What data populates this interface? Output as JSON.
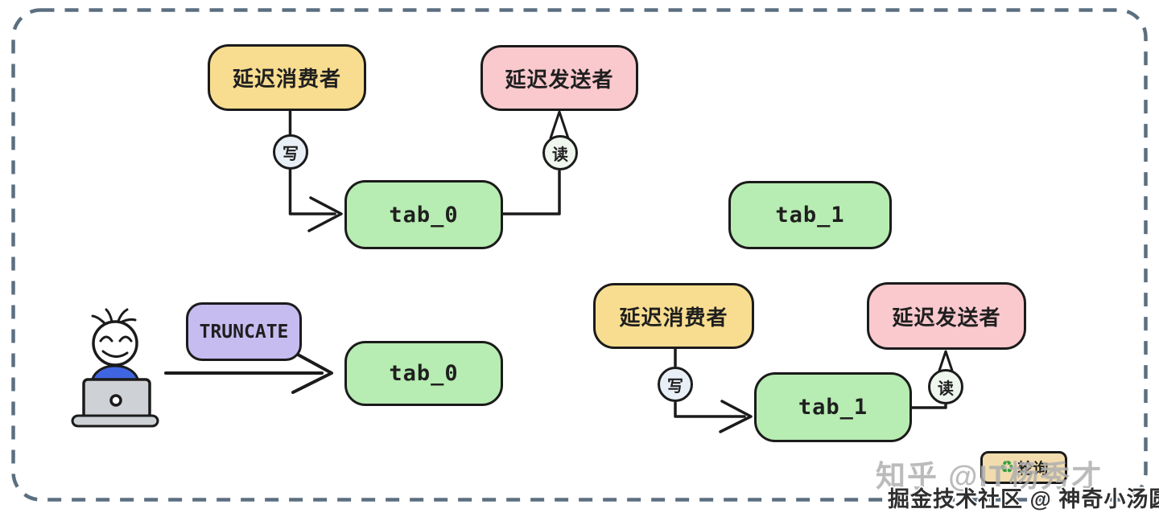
{
  "colors": {
    "outline": "#1b1b1b",
    "ink": "#1f1f1f",
    "frame": "#5c6f80",
    "yellow": "#f8dd90",
    "pink": "#f9c9cd",
    "green": "#b7ecb2",
    "purple": "#c6bcf0",
    "badge-blue": "#e8eff6",
    "badge-green": "#eef6ed",
    "tan": "#f2dcae",
    "icon-green": "#2e9e3e",
    "watermark-gray": "#b0b0b0",
    "laptop-gray": "#ced1d6",
    "shirt-blue": "#4065e0"
  },
  "top_flow": {
    "consumer": "延迟消费者",
    "sender": "延迟发送者",
    "write": "写",
    "read": "读",
    "table": "tab_0",
    "spare_table": "tab_1"
  },
  "truncate_flow": {
    "command": "TRUNCATE",
    "table": "tab_0"
  },
  "switched_flow": {
    "consumer": "延迟消费者",
    "sender": "延迟发送者",
    "write": "写",
    "read": "读",
    "table": "tab_1"
  },
  "legend": {
    "icon": "♻",
    "label": "轮询"
  },
  "watermarks": {
    "zhihu": "知乎 @IT杨秀才",
    "juejin": "掘金技术社区 @ 神奇小汤圆"
  }
}
